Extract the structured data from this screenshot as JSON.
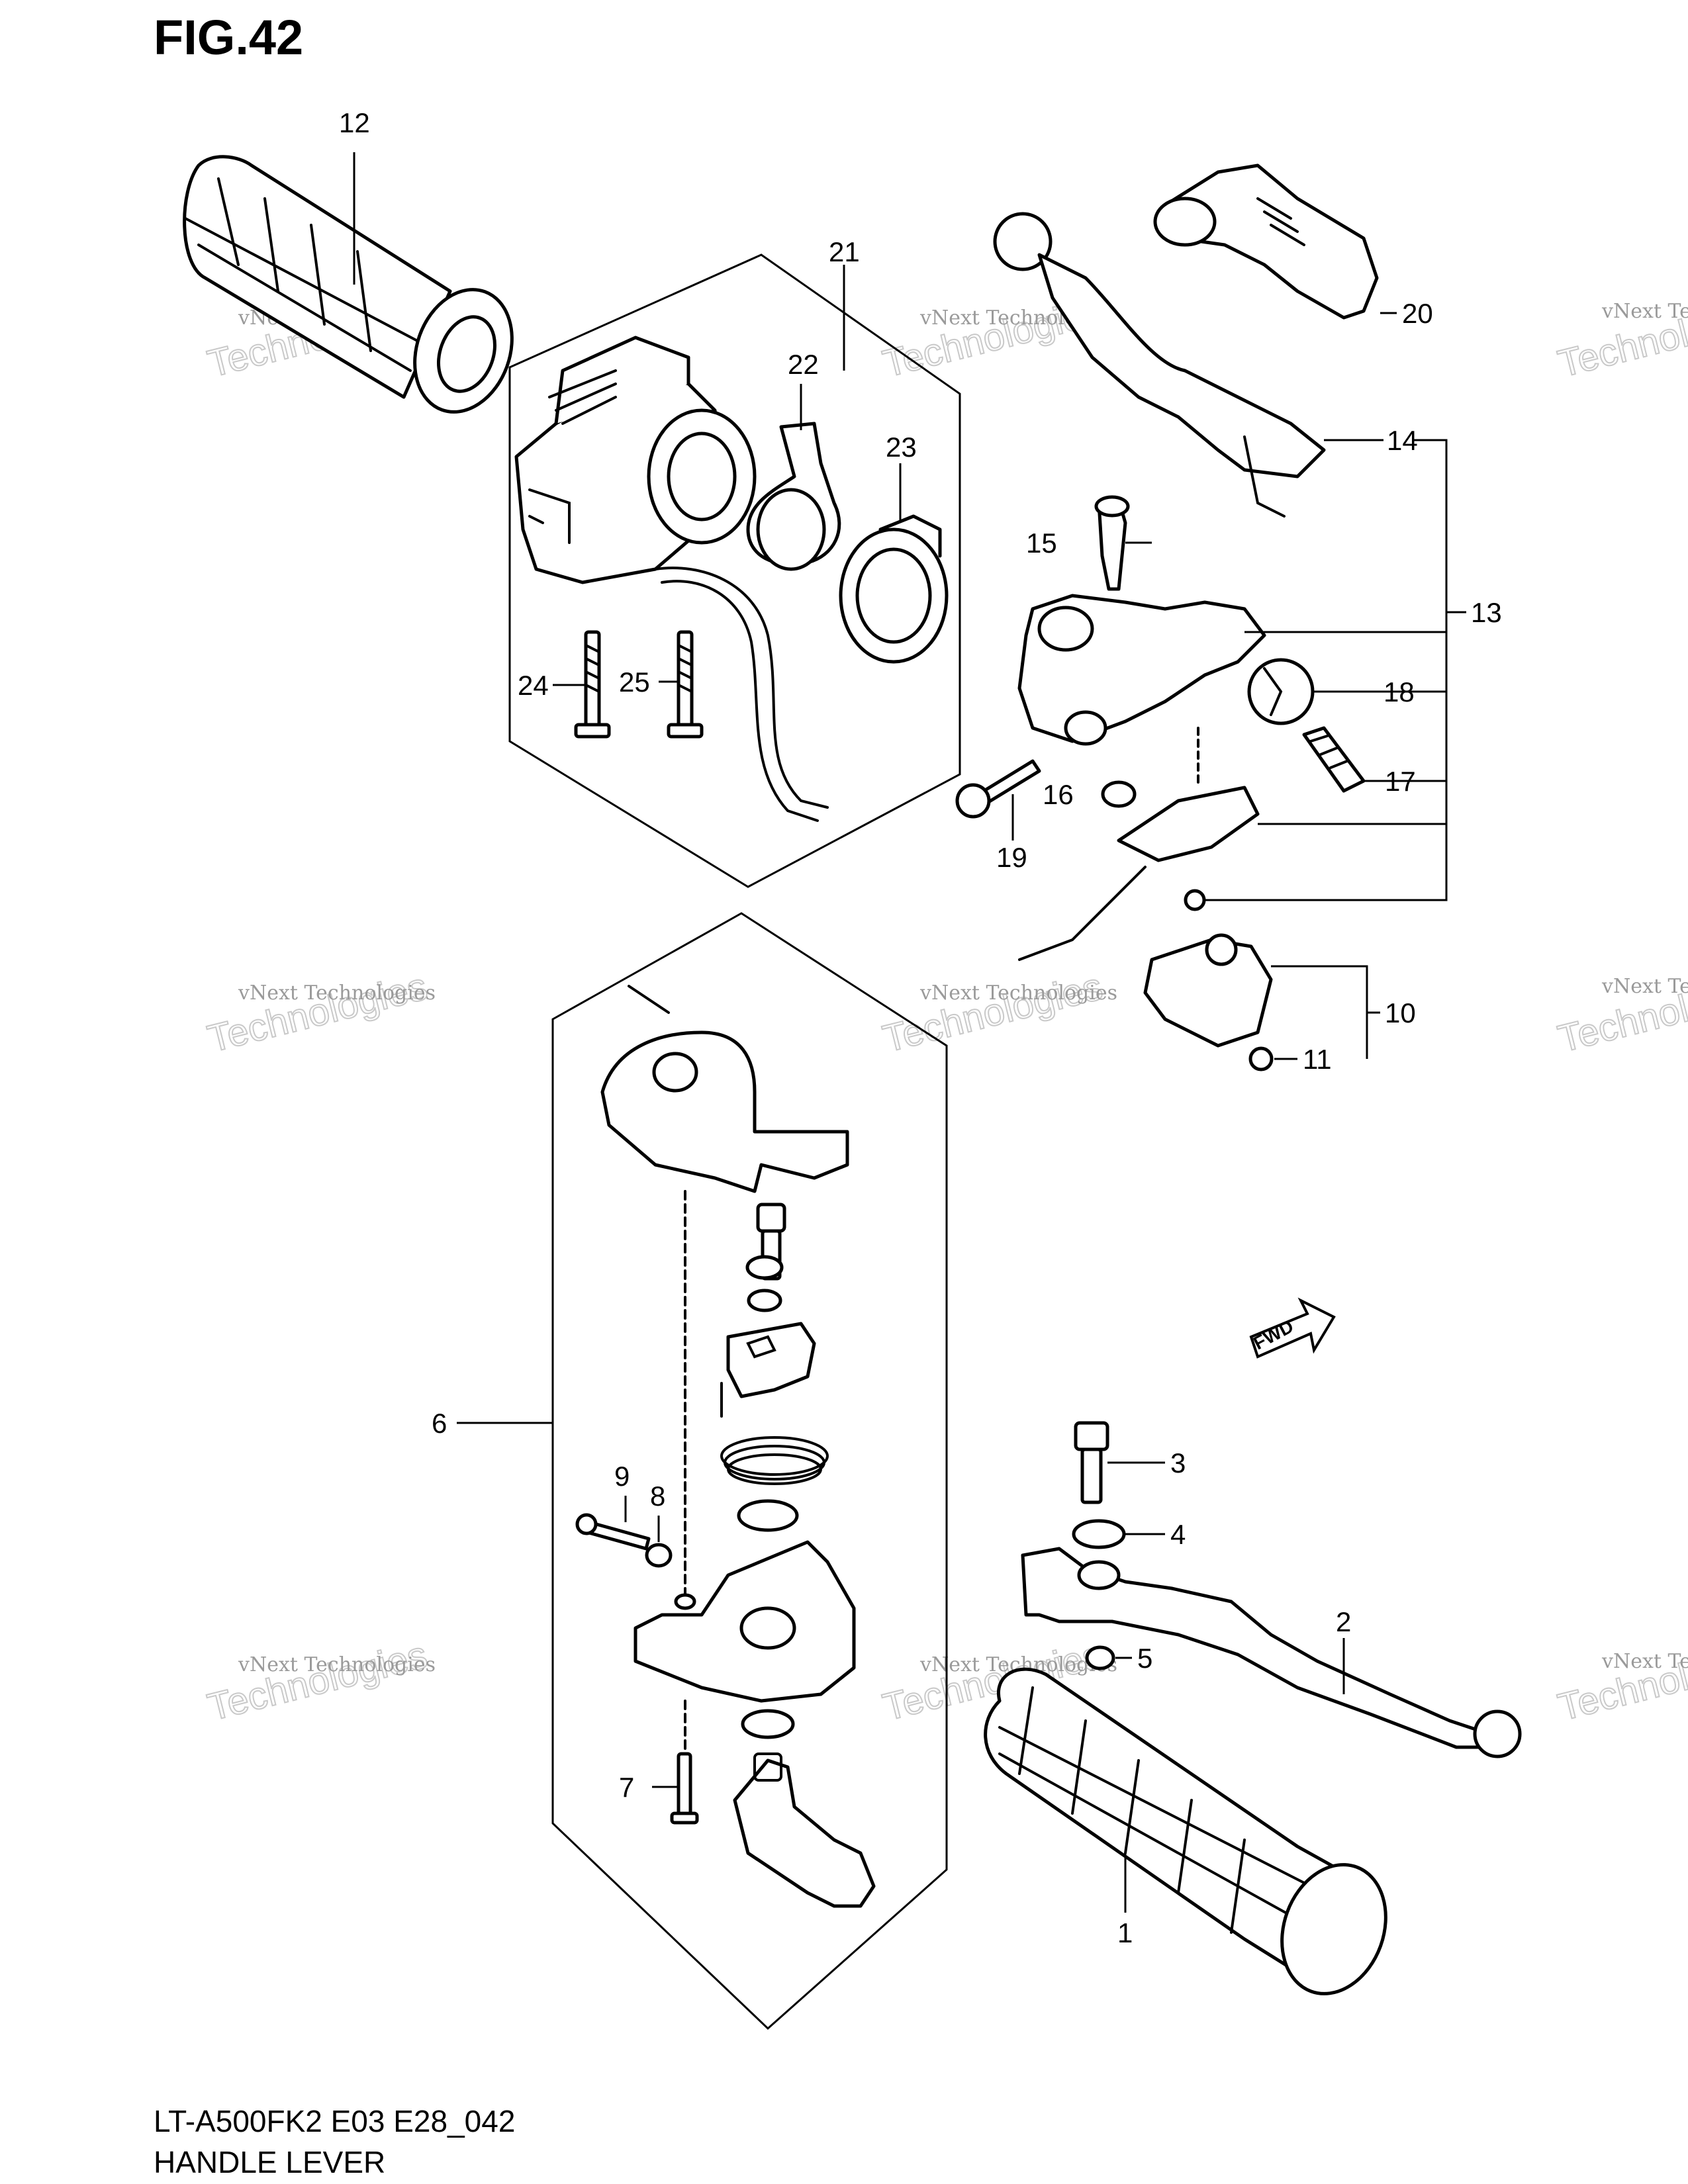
{
  "figure": {
    "title": "FIG.42"
  },
  "footer": {
    "model_code": "LT-A500FK2 E03 E28_042",
    "part_name": "HANDLE LEVER"
  },
  "callouts": [
    "1",
    "2",
    "3",
    "4",
    "5",
    "6",
    "7",
    "8",
    "9",
    "10",
    "11",
    "12",
    "13",
    "14",
    "15",
    "16",
    "17",
    "18",
    "19",
    "20",
    "21",
    "22",
    "23",
    "24",
    "25"
  ],
  "watermark": {
    "line1": "vNext Technologies",
    "line2": "Technologies",
    "line3": "vNext"
  },
  "badge": {
    "fwd": "FWD"
  }
}
